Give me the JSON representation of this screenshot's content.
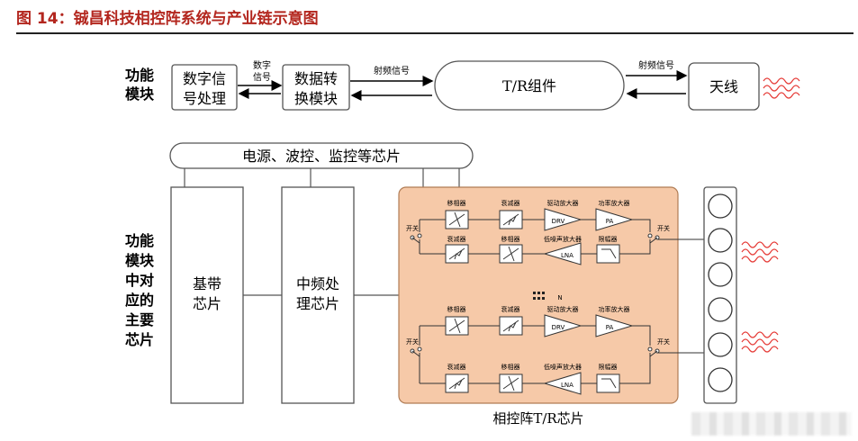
{
  "figure": {
    "title": "图 14：铖昌科技相控阵系统与产业链示意图"
  },
  "top": {
    "side_label": [
      "功能",
      "模块"
    ],
    "dsp": [
      "数字信",
      "号处理"
    ],
    "dsp_link": [
      "数字",
      "信号"
    ],
    "conv": [
      "数据转",
      "换模块"
    ],
    "rf_left": "射频信号",
    "tr": "T/R组件",
    "rf_right": "射频信号",
    "antenna": "天线"
  },
  "bottom": {
    "side_label": [
      "功能",
      "模块",
      "中对",
      "应的",
      "主要",
      "芯片"
    ],
    "power": "电源、波控、监控等芯片",
    "baseband": [
      "基带",
      "芯片"
    ],
    "if": [
      "中频处",
      "理芯片"
    ],
    "chip_caption": "相控阵T/R芯片",
    "switch": "开关",
    "phase_shifter": "移相器",
    "attenuator": "衰减器",
    "driver_amp": "驱动放大器",
    "power_amp": "功率放大器",
    "lna": "低噪声放大器",
    "limiter": "限幅器",
    "drv": "DRV",
    "pa": "PA",
    "lna_abbr": "LNA",
    "n": "N"
  },
  "colors": {
    "title": "#b3261e",
    "chip_fill": "#f6c9a8",
    "chip_stroke": "#b07c55"
  }
}
